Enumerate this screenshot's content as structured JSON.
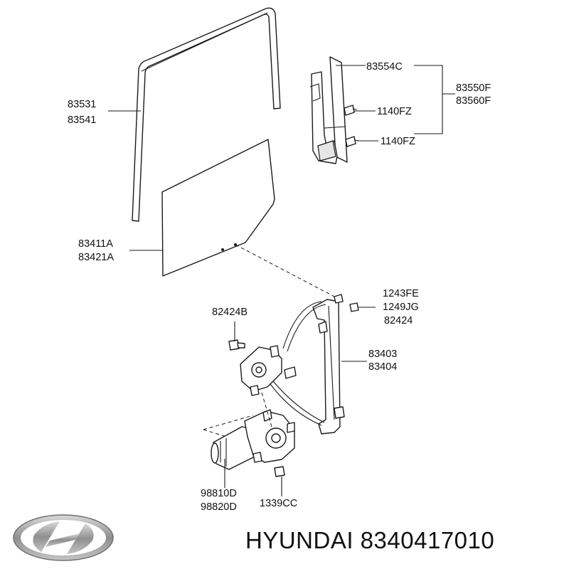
{
  "labels": {
    "run_channel_upper": "83531",
    "run_channel_lower": "83541",
    "channel_cover": "83554C",
    "channel_front": "83550F",
    "channel_rear": "83560F",
    "bolt_upper": "1140FZ",
    "bolt_lower": "1140FZ",
    "glass_front": "83411A",
    "glass_rear": "83421A",
    "bolt_a": "1243FE",
    "bolt_b": "1249JG",
    "bolt_c": "82424",
    "regulator_bolt": "82424B",
    "regulator_front": "83403",
    "regulator_rear": "83404",
    "motor_front": "98810D",
    "motor_rear": "98820D",
    "nut": "1339CC"
  },
  "brand": {
    "caption": "HYUNDAI 8340417010",
    "logo": "hyundai-logo"
  },
  "colors": {
    "line": "#1a1a1a",
    "text": "#111111",
    "logo_silver": "#9a9a9a"
  }
}
